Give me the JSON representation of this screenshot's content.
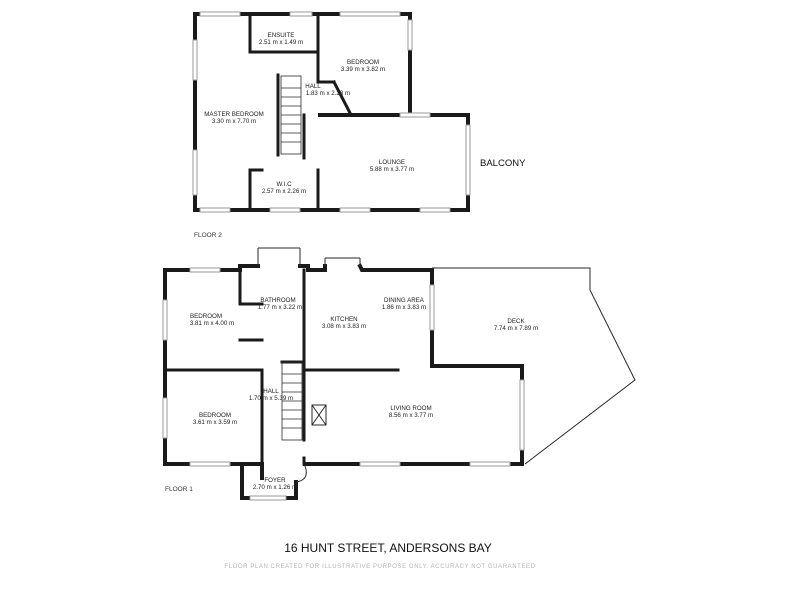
{
  "floor2": {
    "label": "FLOOR 2",
    "balcony_label": "BALCONY",
    "rooms": [
      {
        "id": "ensuite",
        "name": "ENSUITE",
        "dims": "2.51 m x 1.49 m"
      },
      {
        "id": "bedroom-2",
        "name": "BEDROOM",
        "dims": "3.39 m x 3.82 m"
      },
      {
        "id": "hall-2",
        "name": "HALL",
        "dims": "1.83 m x 2.23 m"
      },
      {
        "id": "master-bedroom",
        "name": "MASTER BEDROOM",
        "dims": "3.30 m x 7.70 m"
      },
      {
        "id": "lounge",
        "name": "LOUNGE",
        "dims": "5.88 m x 3.77 m"
      },
      {
        "id": "wic",
        "name": "W.I.C",
        "dims": "2.57 m x 2.26 m"
      }
    ]
  },
  "floor1": {
    "label": "FLOOR 1",
    "rooms": [
      {
        "id": "bathroom",
        "name": "BATHROOM",
        "dims": "1.77 m x 3.22 m"
      },
      {
        "id": "bedroom-1a",
        "name": "BEDROOM",
        "dims": "3.81 m x 4.00 m"
      },
      {
        "id": "kitchen",
        "name": "KITCHEN",
        "dims": "3.08 m x 3.83 m"
      },
      {
        "id": "dining",
        "name": "DINING AREA",
        "dims": "1.86 m x 3.83 m"
      },
      {
        "id": "deck",
        "name": "DECK",
        "dims": "7.74 m x 7.89 m"
      },
      {
        "id": "hall-1",
        "name": "HALL",
        "dims": "1.70 m x 5.39 m"
      },
      {
        "id": "bedroom-1b",
        "name": "BEDROOM",
        "dims": "3.61 m x 3.59 m"
      },
      {
        "id": "living",
        "name": "LIVING ROOM",
        "dims": "8.56 m x 3.77 m"
      },
      {
        "id": "foyer",
        "name": "FOYER",
        "dims": "2.70 m x 1.26 m"
      }
    ]
  },
  "address": "16 HUNT STREET, ANDERSONS BAY",
  "disclaimer": "FLOOR PLAN CREATED FOR ILLUSTRATIVE PURPOSE ONLY. ACCURACY NOT GUARANTEED"
}
